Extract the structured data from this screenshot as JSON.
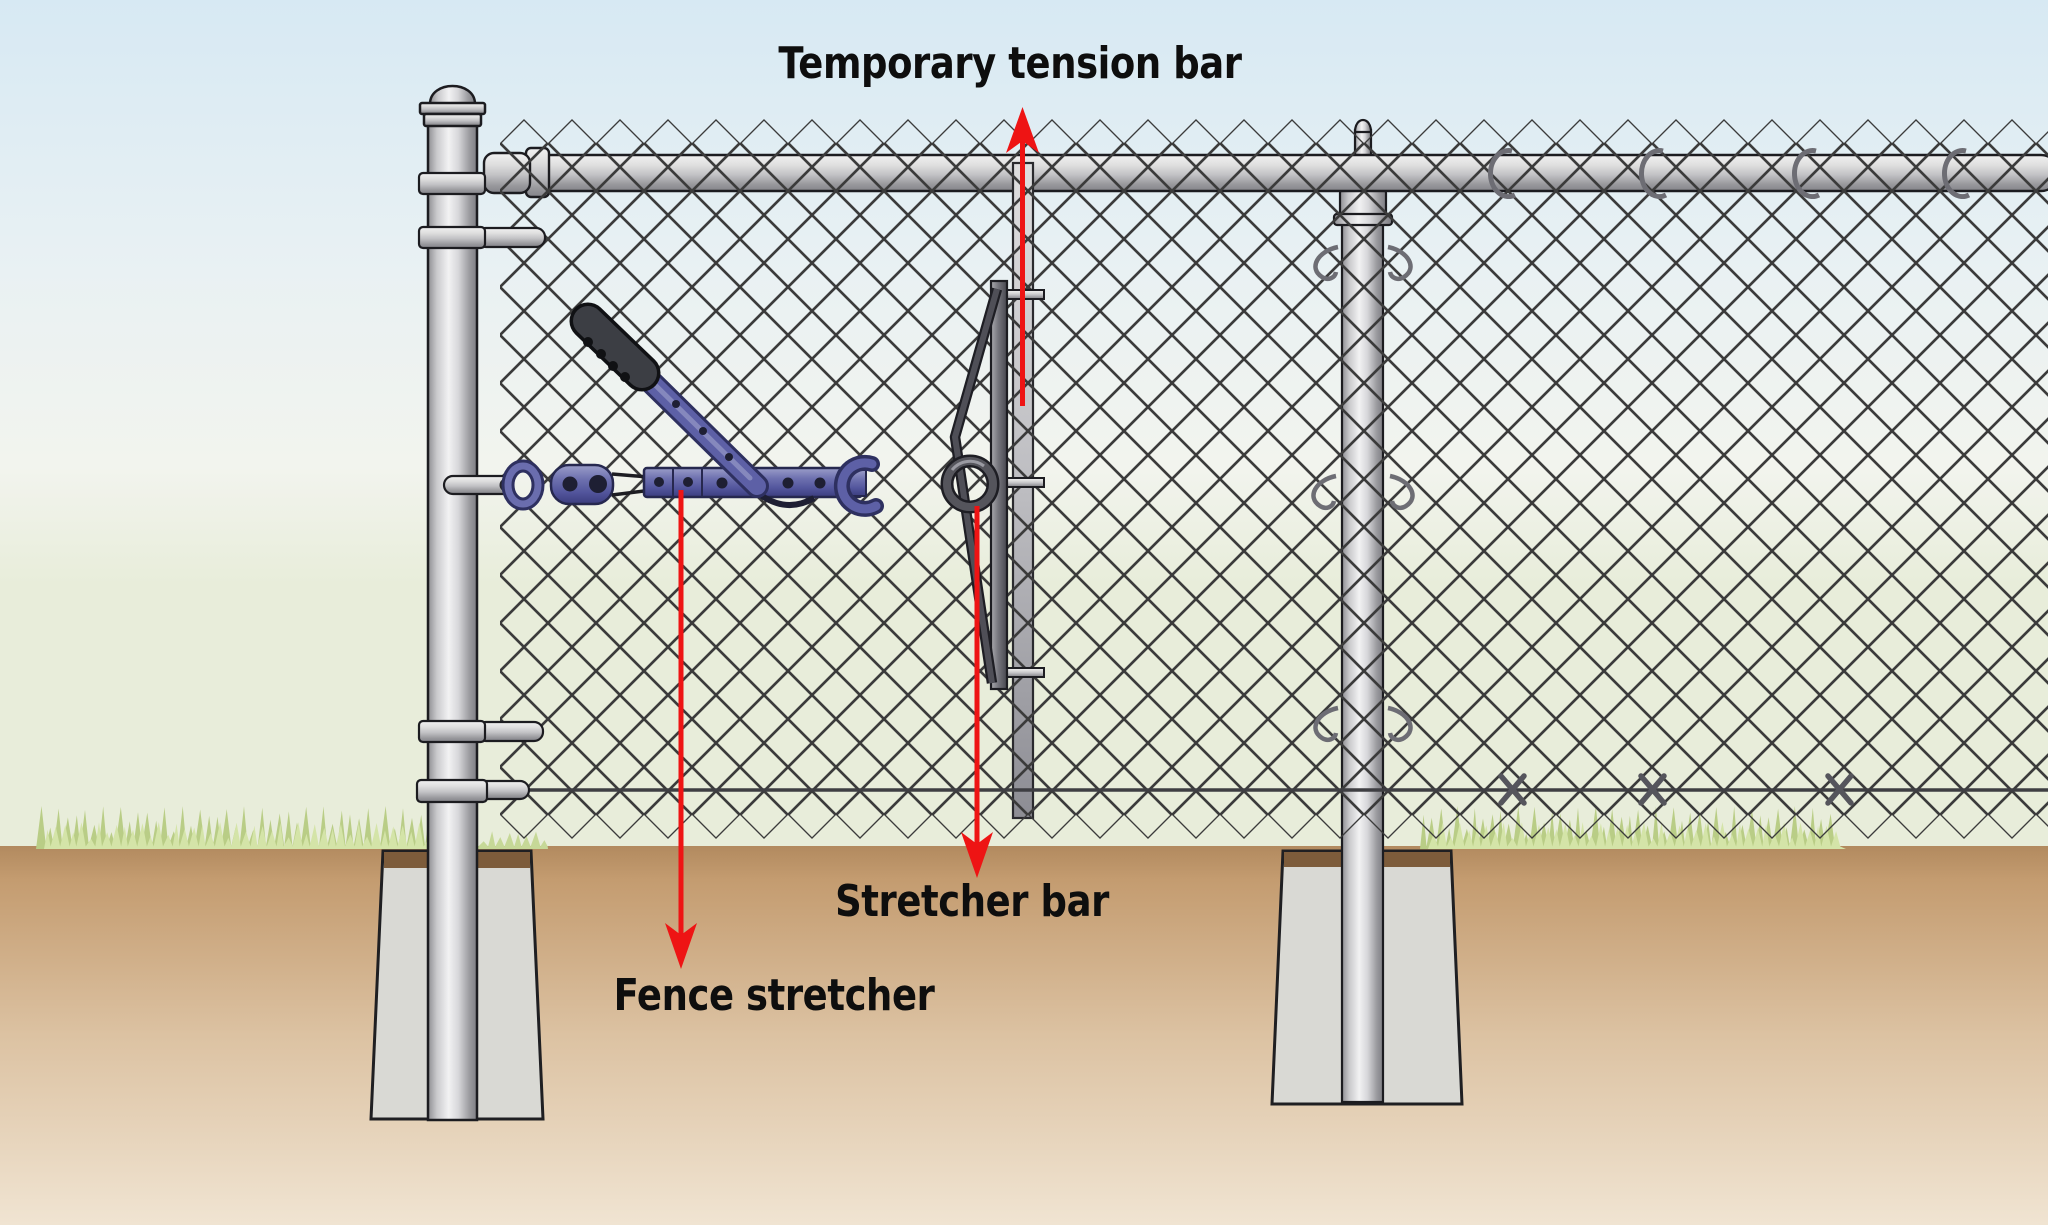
{
  "diagram": {
    "labels": {
      "temporary_tension_bar": "Temporary tension bar",
      "stretcher_bar": "Stretcher bar",
      "fence_stretcher": "Fence stretcher"
    },
    "annotation_arrows": [
      {
        "label": "Temporary tension bar",
        "direction": "up"
      },
      {
        "label": "Stretcher bar",
        "direction": "down"
      },
      {
        "label": "Fence stretcher",
        "direction": "down"
      }
    ],
    "colors": {
      "arrow_red": "#ee1414",
      "tool_purple": "#5d60a6",
      "label_text": "#0e0e0e",
      "mesh_line": "#3b3b3b",
      "metal_gray": "#c9c9c9",
      "ground_tan": "#c8a478",
      "grass_green": "#c5d897",
      "sky_blue": "#d7e9f3",
      "concrete": "#d9d9d4"
    }
  }
}
